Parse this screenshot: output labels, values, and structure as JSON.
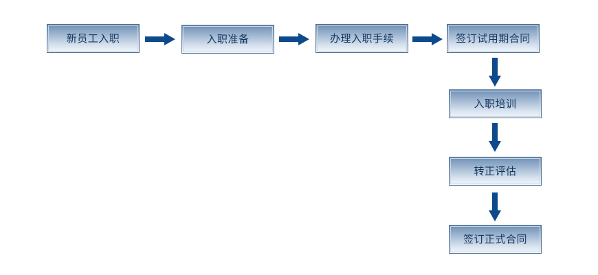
{
  "flow": {
    "steps": [
      {
        "id": "new-employee",
        "label": "新员工入职"
      },
      {
        "id": "onboarding-prep",
        "label": "入职准备"
      },
      {
        "id": "onboarding-procedures",
        "label": "办理入职手续"
      },
      {
        "id": "sign-probation-contract",
        "label": "签订试用期合同"
      },
      {
        "id": "onboarding-training",
        "label": "入职培训"
      },
      {
        "id": "regularization-review",
        "label": "转正评估"
      },
      {
        "id": "sign-formal-contract",
        "label": "签订正式合同"
      }
    ]
  },
  "colors": {
    "box_top": "#6f8fb5",
    "box_bottom": "#f2f6fa",
    "box_border": "#4f6f93",
    "text": "#14375f",
    "arrow": "#0d4a8c"
  }
}
